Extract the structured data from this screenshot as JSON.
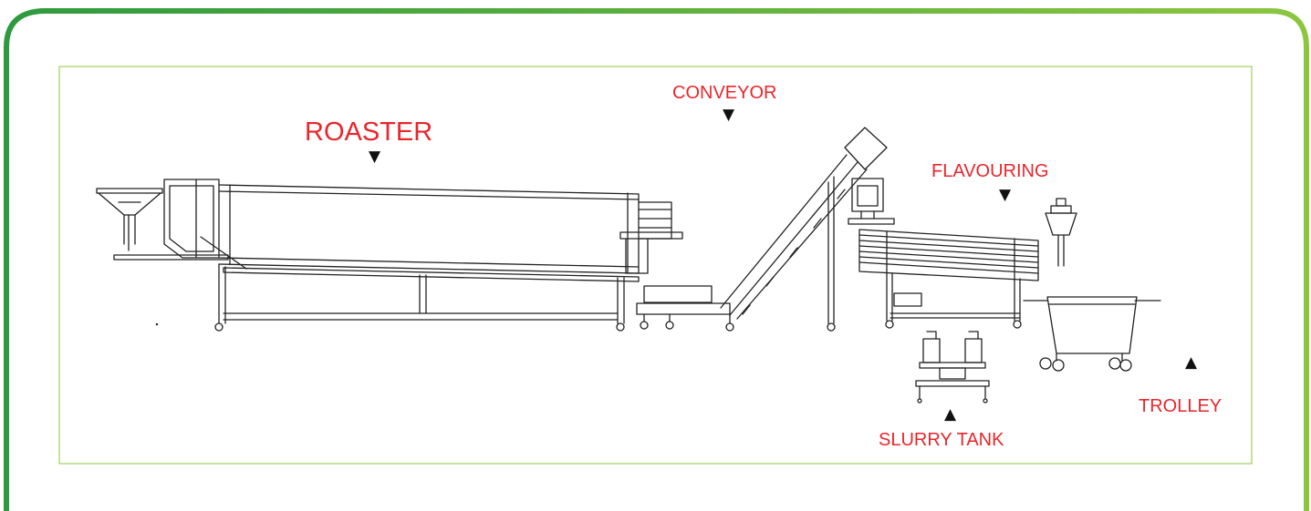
{
  "labels": {
    "roaster": "ROASTER",
    "conveyor": "CONVEYOR",
    "flavouring": "FLAVOURING",
    "slurry_tank": "SLURRY TANK",
    "trolley": "TROLLEY"
  },
  "markers": {
    "down": "▼",
    "up": "▲"
  },
  "colors": {
    "label": "#e8262b",
    "frame_gradient_start": "#2e9a3e",
    "frame_gradient_end": "#8cc63f",
    "inner_border": "#8cc63f",
    "line_art": "#222222"
  }
}
